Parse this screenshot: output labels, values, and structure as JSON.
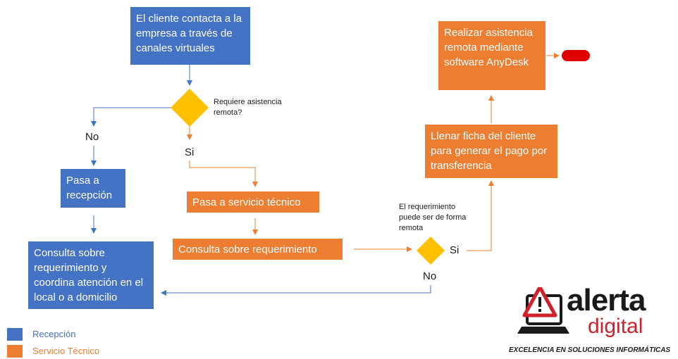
{
  "nodes": {
    "contact": "El cliente contacta a la empresa a través de canales virtuales",
    "reception": "Pasa a recepción",
    "consult_local": "Consulta sobre requerimiento y coordina atención en el local o a domicilio",
    "tech_service": "Pasa a servicio técnico",
    "consult_req": "Consulta sobre requerimiento",
    "fill_form": "Llenar ficha del cliente para generar el pago por transferencia",
    "remote": "Realizar asistencia remota mediante software AnyDesk"
  },
  "decisions": {
    "d1_question": "Requiere asistencia remota?",
    "d2_question": "El requerimiento puede ser de forma remota"
  },
  "labels": {
    "d1_no": "No",
    "d1_si": "Si",
    "d2_si": "Si",
    "d2_no": "No"
  },
  "legend": {
    "reception": "Recepción",
    "tech": "Servicio Técnico"
  },
  "logo": {
    "text_1": "alerta",
    "text_2": "digital",
    "tagline": "EXCELENCIA EN SOLUCIONES INFORMÁTICAS"
  },
  "colors": {
    "blue": "#4472c4",
    "orange": "#ed7d31",
    "diamond": "#ffc000",
    "terminator": "#e00000",
    "logo_red": "#d0202a"
  }
}
